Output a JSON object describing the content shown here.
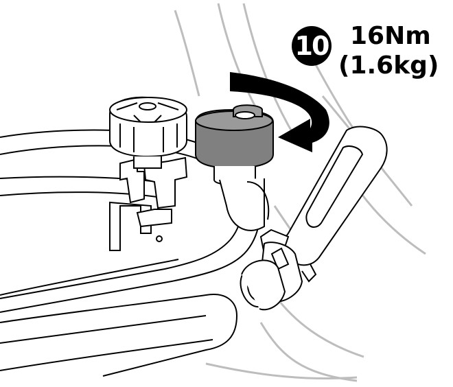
{
  "instruction": {
    "step_number": "10",
    "torque_nm": "16Nm",
    "torque_kg": "(1.6kg)"
  },
  "colors": {
    "line": "#000000",
    "guide_line": "#bdbdbd",
    "knob_fill": "#808080",
    "arrow_fill": "#000000",
    "background": "#ffffff"
  },
  "icons": {
    "rotation": "curved-arrow-clockwise"
  }
}
